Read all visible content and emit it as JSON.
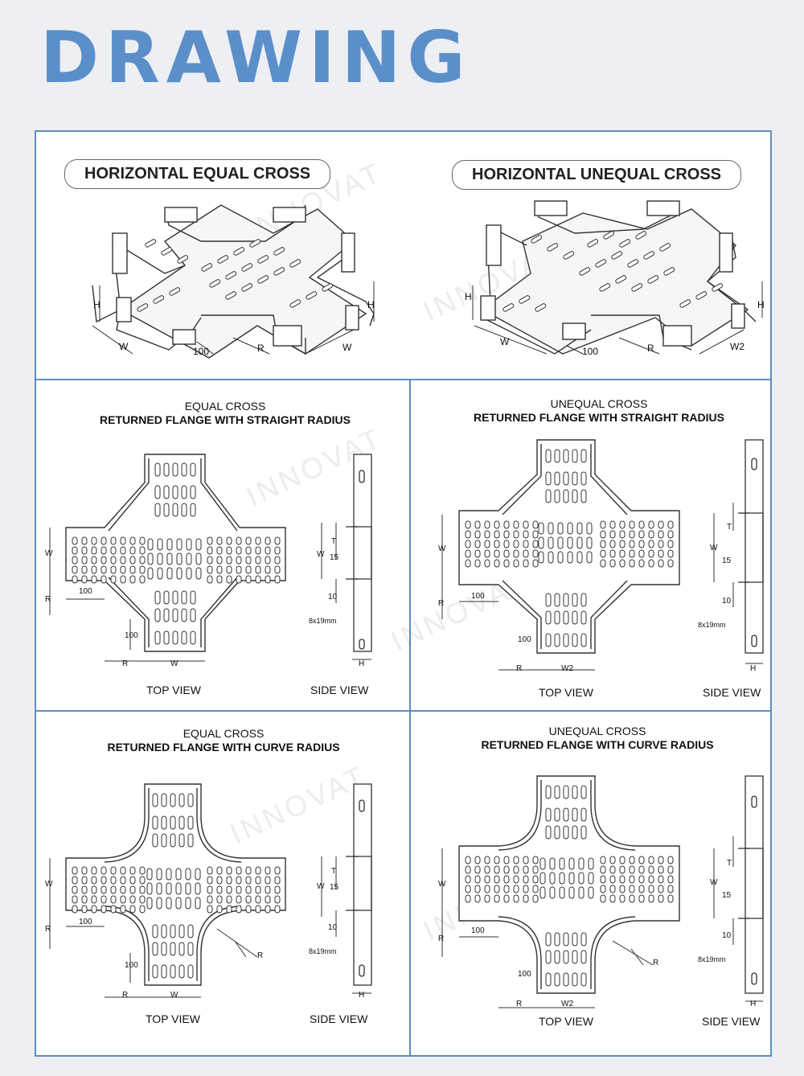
{
  "header": {
    "title": "DRAWING"
  },
  "watermark": "INNOVAT",
  "top_row": {
    "left_title": "HORIZONTAL EQUAL CROSS",
    "right_title": "HORIZONTAL UNEQUAL CROSS",
    "left_dims": {
      "h_left": "H",
      "h_right": "H",
      "w_left": "W",
      "w_right": "W",
      "d100": "100",
      "r": "R"
    },
    "right_dims": {
      "h_left": "H",
      "h_right": "H",
      "w_left": "W",
      "w_right": "W2",
      "d100": "100",
      "r": "R"
    }
  },
  "panels": [
    {
      "line1": "EQUAL CROSS",
      "line2": "RETURNED FLANGE WITH STRAIGHT RADIUS",
      "top_view": "TOP VIEW",
      "side_view": "SIDE VIEW",
      "dims": {
        "w": "W",
        "r": "R",
        "d100_left": "100",
        "d100_bottom": "100",
        "bottom_r": "R",
        "bottom_w": "W",
        "t": "T",
        "d15": "15",
        "d10": "10",
        "slot": "8x19mm",
        "h": "H",
        "side_w": "W"
      }
    },
    {
      "line1": "UNEQUAL CROSS",
      "line2": "RETURNED FLANGE WITH STRAIGHT RADIUS",
      "top_view": "TOP VIEW",
      "side_view": "SIDE VIEW",
      "dims": {
        "w": "W",
        "r": "R",
        "d100_left": "100",
        "d100_bottom": "100",
        "bottom_r": "R",
        "bottom_w": "W2",
        "t": "T",
        "d15": "15",
        "d10": "10",
        "slot": "8x19mm",
        "h": "H",
        "side_w": "W"
      }
    },
    {
      "line1": "EQUAL CROSS",
      "line2": "RETURNED FLANGE WITH CURVE RADIUS",
      "top_view": "TOP VIEW",
      "side_view": "SIDE VIEW",
      "dims": {
        "w": "W",
        "r": "R",
        "d100_left": "100",
        "d100_bottom": "100",
        "bottom_r": "R",
        "bottom_w": "W",
        "t": "T",
        "d15": "15",
        "d10": "10",
        "slot": "8x19mm",
        "h": "H",
        "side_w": "W",
        "curve_r": "R"
      }
    },
    {
      "line1": "UNEQUAL CROSS",
      "line2": "RETURNED FLANGE WITH CURVE RADIUS",
      "top_view": "TOP VIEW",
      "side_view": "SIDE VIEW",
      "dims": {
        "w": "W",
        "r": "R",
        "d100_left": "100",
        "d100_bottom": "100",
        "bottom_r": "R",
        "bottom_w": "W2",
        "t": "T",
        "d15": "15",
        "d10": "10",
        "slot": "8x19mm",
        "h": "H",
        "side_w": "W",
        "curve_r": "R"
      }
    }
  ]
}
